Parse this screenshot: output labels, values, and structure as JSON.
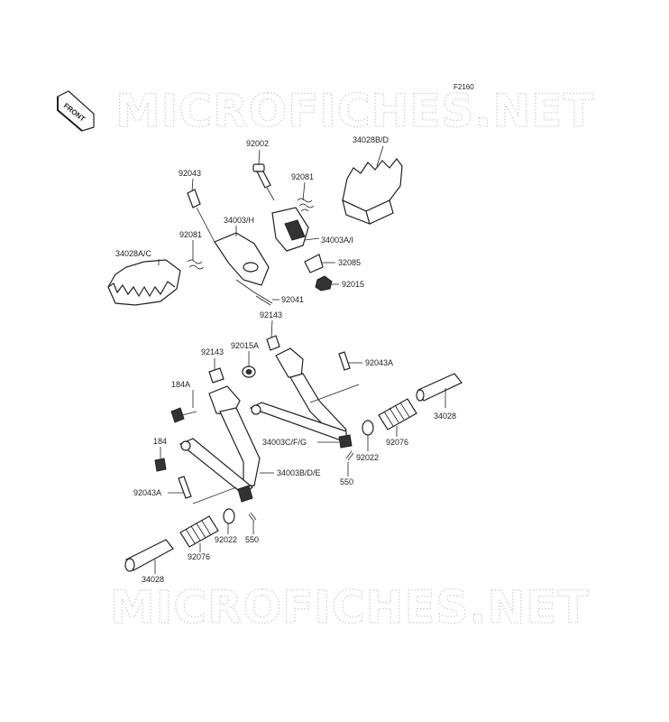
{
  "diagram": {
    "figure_code": "F2160",
    "watermark_top": "MICROFICHES.NET",
    "watermark_bottom": "MICROFICHES.NET",
    "front_arrow_label": "FRONT",
    "labels": {
      "p_92002": "92002",
      "p_34028bd": "34028B/D",
      "p_92043_top": "92043",
      "p_92081_top": "92081",
      "p_34003h": "34003/H",
      "p_92081_left": "92081",
      "p_34003ai": "34003A/I",
      "p_34028ac": "34028A/C",
      "p_32085": "32085",
      "p_92015": "92015",
      "p_92041": "92041",
      "p_92143_top": "92143",
      "p_92143_left": "92143",
      "p_92015a": "92015A",
      "p_92043a_right": "92043A",
      "p_184a": "184A",
      "p_34028_right": "34028",
      "p_92076_right": "92076",
      "p_34003cfg": "34003C/F/G",
      "p_184": "184",
      "p_92022_right": "92022",
      "p_34003bde": "34003B/D/E",
      "p_550_right": "550",
      "p_92043a_left": "92043A",
      "p_92022_bottom": "92022",
      "p_550_bottom": "550",
      "p_92076_bottom": "92076",
      "p_34028_bottom": "34028"
    }
  }
}
